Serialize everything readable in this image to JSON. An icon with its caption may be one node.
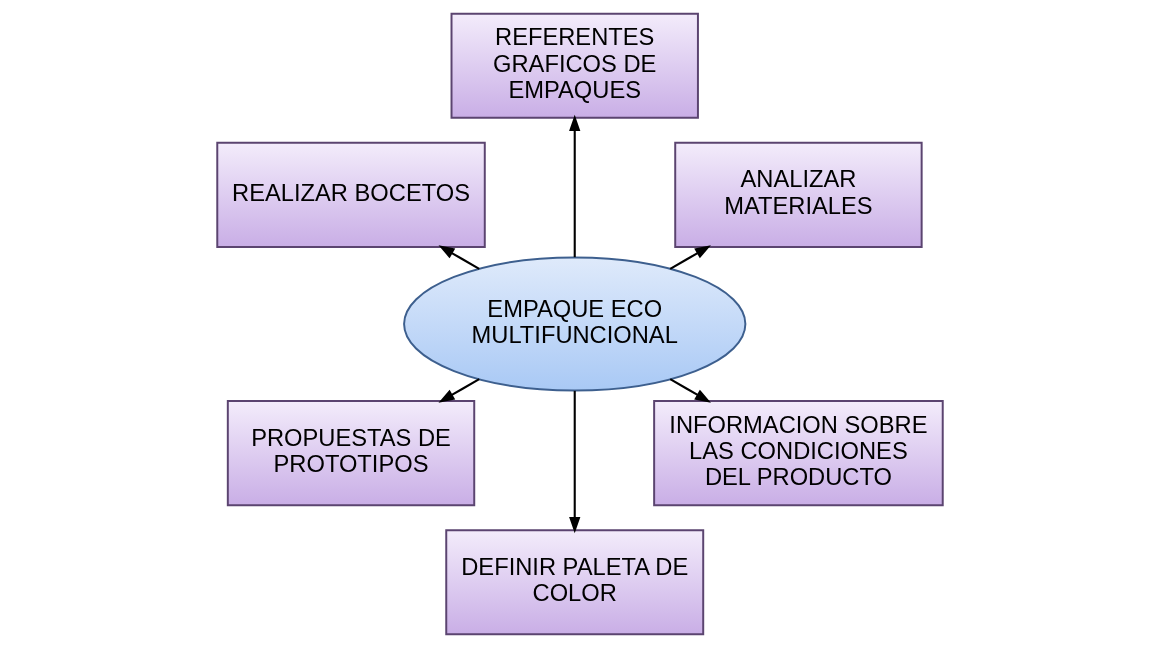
{
  "diagram": {
    "nodes": [
      {
        "text": [
          "ANALIZAR MATERIALES"
        ]
      },
      {
        "text": [
          "REFERENTES GRAFICOS DE EMPAQUES"
        ]
      },
      {
        "text": [
          "REALIZAR BOCETOS"
        ]
      },
      {
        "text": [
          "EMPAQUE ECO MULTIFUNCIONAL"
        ]
      },
      {
        "text": [
          "PROPUESTAS DE PROTOTIPOS"
        ]
      },
      {
        "text": [
          "DEFINIR PALETA DE COLOR"
        ]
      },
      {
        "text": [
          "INFORMACION SOBRE LAS CONDICIONES DEL PRODUCTO"
        ]
      }
    ],
    "edges": [
      {
        "from": 3,
        "to": 0,
        "arrow": "to"
      },
      {
        "from": 3,
        "to": 2,
        "arrow": "to"
      },
      {
        "from": 3,
        "to": 5,
        "arrow": "to"
      },
      {
        "from": 3,
        "to": 6,
        "arrow": "to"
      },
      {
        "from": 3,
        "to": 4,
        "arrow": "to"
      },
      {
        "from": 3,
        "to": 1,
        "arrow": "to"
      }
    ]
  }
}
